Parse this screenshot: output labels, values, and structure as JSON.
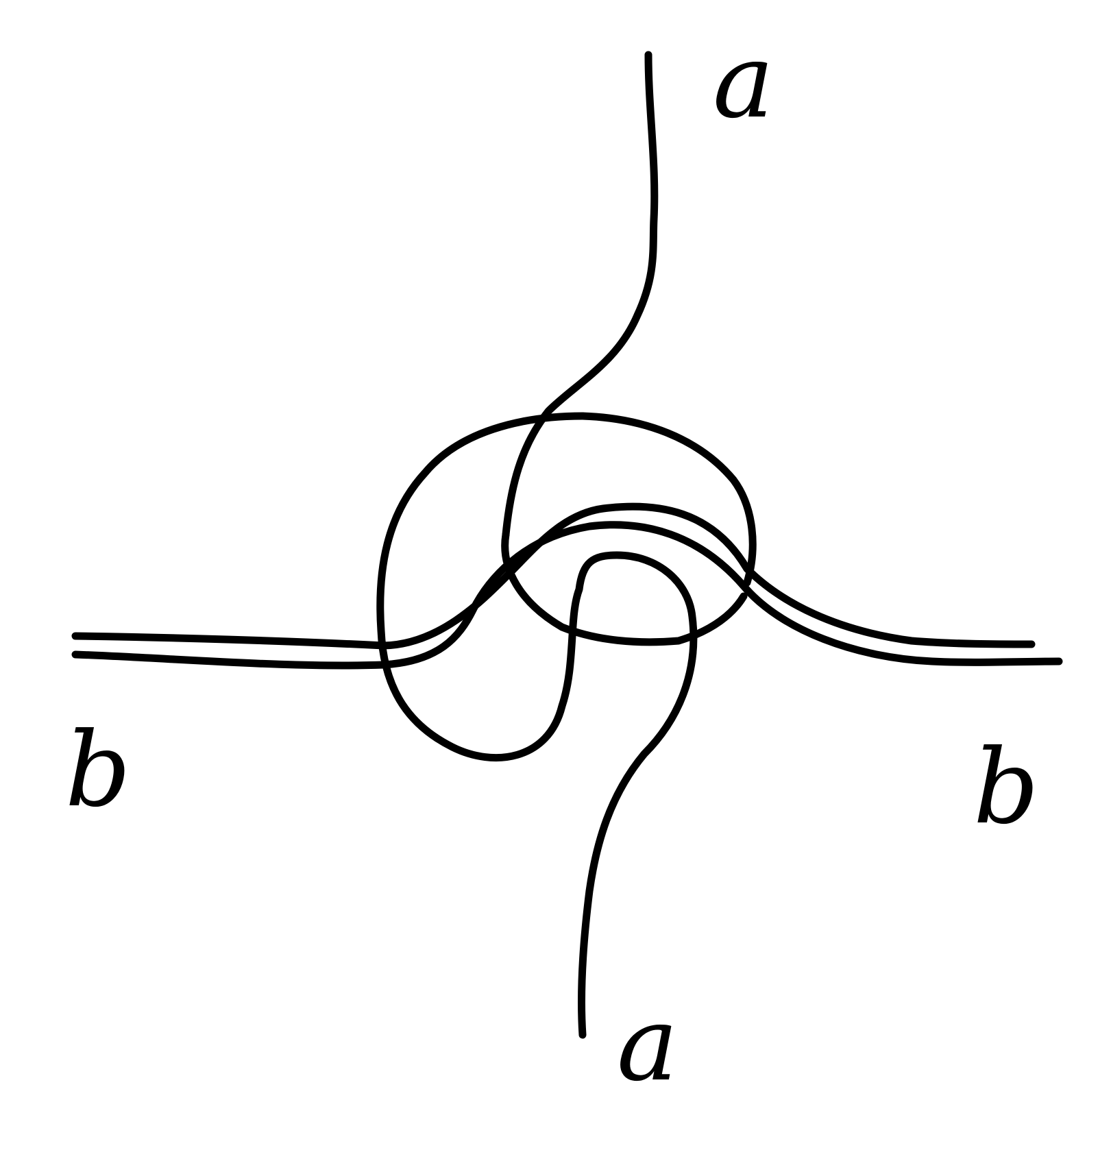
{
  "diagram": {
    "labels": {
      "a_top": "a",
      "a_bottom": "a",
      "b_left": "b",
      "b_right": "b"
    },
    "colors": {
      "ink": "#000000",
      "paper": "#ffffff"
    }
  }
}
